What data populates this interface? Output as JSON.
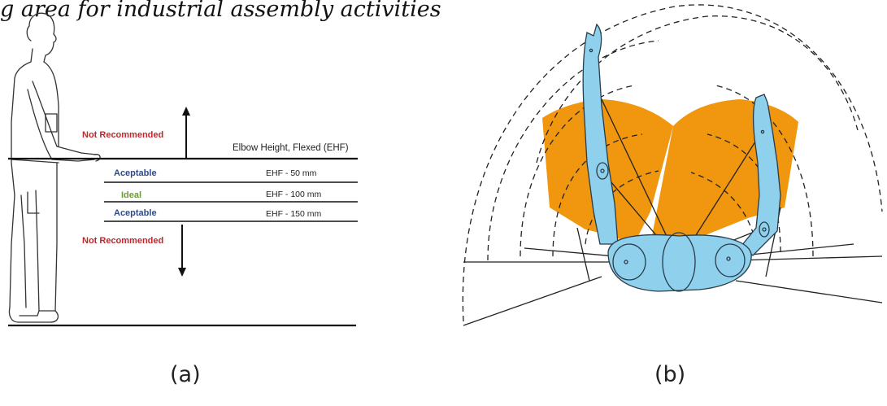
{
  "caption": "g area for industrial assembly activities",
  "panel_a": {
    "label": "(a)",
    "levels": {
      "not_recommended_top": "Not Recommended",
      "elbow_height": "Elbow Height, Flexed (EHF)",
      "acceptable_top": "Aceptable",
      "ehf_50": "EHF -  50 mm",
      "ideal": "Ideal",
      "ehf_100": "EHF - 100 mm",
      "acceptable_bottom": "Aceptable",
      "ehf_150": "EHF - 150 mm",
      "not_recommended_bottom": "Not Recommended"
    }
  },
  "panel_b": {
    "label": "(b)"
  },
  "colors": {
    "not_recommended": "#c0272d",
    "acceptable": "#2e4a8a",
    "ideal": "#6a9a34",
    "reach_area": "#f0960f",
    "body": "#8fd0ec"
  }
}
